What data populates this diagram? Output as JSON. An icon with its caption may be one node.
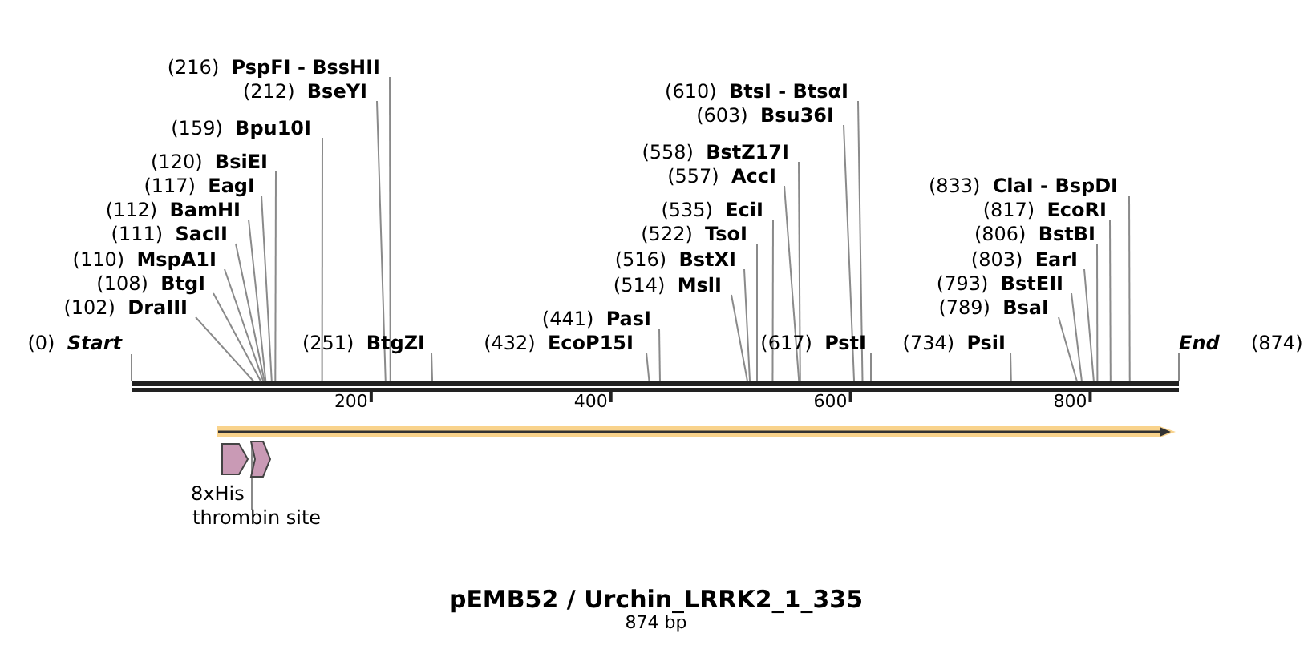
{
  "diagram": {
    "title": "pEMB52 / Urchin_LRRK2_1_335",
    "caption": "874 bp",
    "nodes": [
      {
        "text": [
          "(216)",
          "PspFI - BssHII"
        ]
      },
      {
        "text": [
          "(212)",
          "BseYI"
        ]
      },
      {
        "text": [
          "(159)",
          "Bpu10I"
        ]
      },
      {
        "text": [
          "(120)",
          "BsiEI"
        ]
      },
      {
        "text": [
          "(117)",
          "EagI"
        ]
      },
      {
        "text": [
          "(112)",
          "BamHI"
        ]
      },
      {
        "text": [
          "(111)",
          "SacII"
        ]
      },
      {
        "text": [
          "(110)",
          "MspA1I"
        ]
      },
      {
        "text": [
          "(108)",
          "BtgI"
        ]
      },
      {
        "text": [
          "(102)",
          "DraIII"
        ]
      },
      {
        "text": [
          "(0)",
          "Start"
        ]
      },
      {
        "text": [
          "(251)",
          "BtgZI"
        ]
      },
      {
        "text": [
          "(441)",
          "PasI"
        ]
      },
      {
        "text": [
          "(432)",
          "EcoP15I"
        ]
      },
      {
        "text": [
          "(514)",
          "MslI"
        ]
      },
      {
        "text": [
          "(516)",
          "BstXI"
        ]
      },
      {
        "text": [
          "(522)",
          "TsoI"
        ]
      },
      {
        "text": [
          "(535)",
          "EciI"
        ]
      },
      {
        "text": [
          "(557)",
          "AccI"
        ]
      },
      {
        "text": [
          "(558)",
          "BstZ17I"
        ]
      },
      {
        "text": [
          "(603)",
          "Bsu36I"
        ]
      },
      {
        "text": [
          "(610)",
          "BtsI - BtsαI"
        ]
      },
      {
        "text": [
          "(617)",
          "PstI"
        ]
      },
      {
        "text": [
          "(734)",
          "PsiI"
        ]
      },
      {
        "text": [
          "(789)",
          "BsaI"
        ]
      },
      {
        "text": [
          "(793)",
          "BstEII"
        ]
      },
      {
        "text": [
          "(803)",
          "EarI"
        ]
      },
      {
        "text": [
          "(806)",
          "BstBI"
        ]
      },
      {
        "text": [
          "(817)",
          "EcoRI"
        ]
      },
      {
        "text": [
          "(833)",
          "ClaI - BspDI"
        ]
      },
      {
        "text": [
          "End",
          "(874)"
        ]
      },
      {
        "text": [],
        "shape": "arrow"
      },
      {
        "text": [
          "8xHis"
        ]
      },
      {
        "text": [],
        "shape": "arrow"
      },
      {
        "text": [
          "thrombin site"
        ]
      },
      {
        "text": [],
        "shape": "bar"
      }
    ],
    "edges": [
      {
        "from": 0,
        "to": 35,
        "arrow": "none"
      },
      {
        "from": 1,
        "to": 35,
        "arrow": "none"
      },
      {
        "from": 2,
        "to": 35,
        "arrow": "none"
      },
      {
        "from": 3,
        "to": 35,
        "arrow": "none"
      },
      {
        "from": 4,
        "to": 35,
        "arrow": "none"
      },
      {
        "from": 5,
        "to": 35,
        "arrow": "none"
      },
      {
        "from": 6,
        "to": 35,
        "arrow": "none"
      },
      {
        "from": 7,
        "to": 35,
        "arrow": "none"
      },
      {
        "from": 8,
        "to": 35,
        "arrow": "none"
      },
      {
        "from": 9,
        "to": 35,
        "arrow": "none"
      },
      {
        "from": 10,
        "to": 35,
        "arrow": "none"
      },
      {
        "from": 11,
        "to": 35,
        "arrow": "none"
      },
      {
        "from": 12,
        "to": 35,
        "arrow": "none"
      },
      {
        "from": 13,
        "to": 35,
        "arrow": "none"
      },
      {
        "from": 14,
        "to": 35,
        "arrow": "none"
      },
      {
        "from": 15,
        "to": 35,
        "arrow": "none"
      },
      {
        "from": 16,
        "to": 35,
        "arrow": "none"
      },
      {
        "from": 17,
        "to": 35,
        "arrow": "none"
      },
      {
        "from": 18,
        "to": 35,
        "arrow": "none"
      },
      {
        "from": 19,
        "to": 35,
        "arrow": "none"
      },
      {
        "from": 20,
        "to": 35,
        "arrow": "none"
      },
      {
        "from": 21,
        "to": 35,
        "arrow": "none"
      },
      {
        "from": 22,
        "to": 35,
        "arrow": "none"
      },
      {
        "from": 23,
        "to": 35,
        "arrow": "none"
      },
      {
        "from": 24,
        "to": 35,
        "arrow": "none"
      },
      {
        "from": 25,
        "to": 35,
        "arrow": "none"
      },
      {
        "from": 26,
        "to": 35,
        "arrow": "none"
      },
      {
        "from": 27,
        "to": 35,
        "arrow": "none"
      },
      {
        "from": 28,
        "to": 35,
        "arrow": "none"
      },
      {
        "from": 29,
        "to": 35,
        "arrow": "none"
      },
      {
        "from": 30,
        "to": 35,
        "arrow": "none"
      },
      {
        "from": 34,
        "to": 33,
        "arrow": "none"
      }
    ],
    "labels": [
      "200",
      "400",
      "600",
      "800"
    ]
  }
}
